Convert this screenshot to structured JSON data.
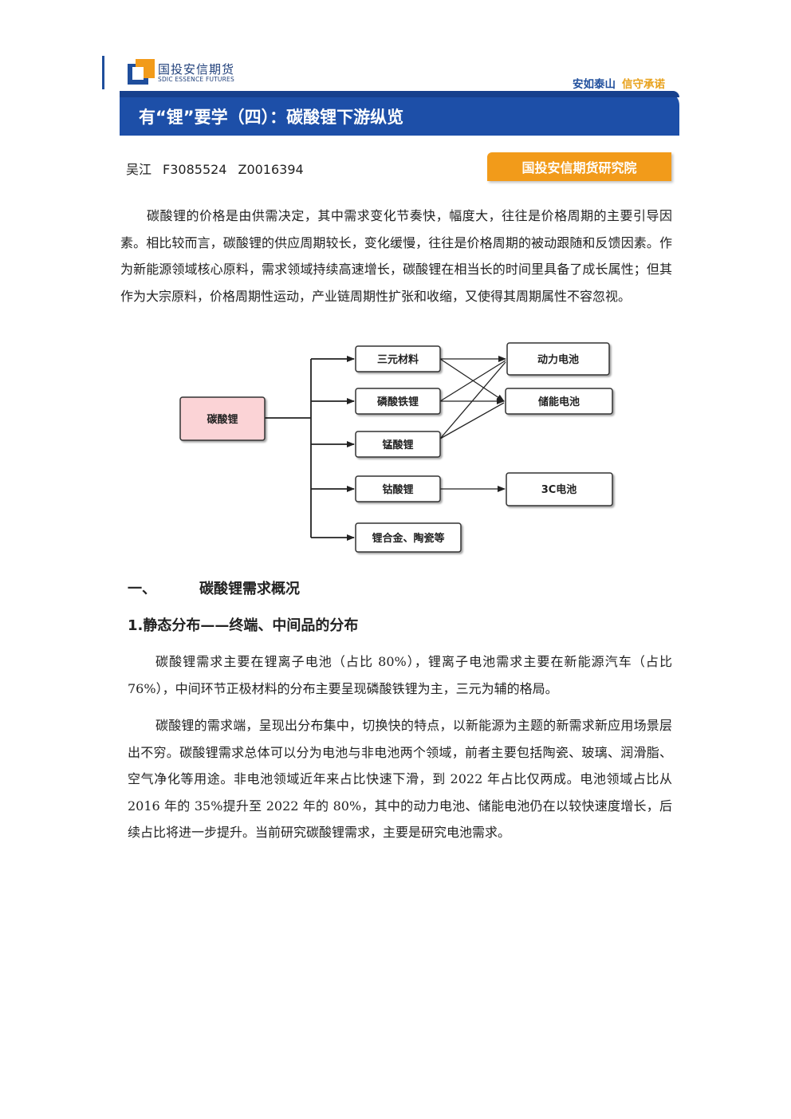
{
  "header": {
    "logo_cn": "国投安信期货",
    "logo_en": "SDIC ESSENCE FUTURES",
    "motto_1": "安如泰山",
    "motto_2": "信守承诺"
  },
  "title": "有“锂”要学（四）：碳酸锂下游纵览",
  "author": {
    "name": "吴江",
    "id1": "F3085524",
    "id2": "Z0016394"
  },
  "institution": "国投安信期货研究院",
  "intro": "碳酸锂的价格是由供需决定，其中需求变化节奏快，幅度大，往往是价格周期的主要引导因素。相比较而言，碳酸锂的供应周期较长，变化缓慢，往往是价格周期的被动跟随和反馈因素。作为新能源领域核心原料，需求领域持续高速增长，碳酸锂在相当长的时间里具备了成长属性；但其作为大宗原料，价格周期性运动，产业链周期性扩张和收缩，又使得其周期属性不容忽视。",
  "diagram": {
    "root": "碳酸锂",
    "middle": [
      "三元材料",
      "磷酸铁锂",
      "锰酸锂",
      "钴酸锂",
      "锂合金、陶瓷等"
    ],
    "end": [
      "动力电池",
      "储能电池",
      "3C电池"
    ]
  },
  "section1": {
    "num": "一、",
    "title": "碳酸锂需求概况"
  },
  "subsection1": "1.静态分布——终端、中间品的分布",
  "para2": "碳酸锂需求主要在锂离子电池（占比 80%），锂离子电池需求主要在新能源汽车（占比 76%），中间环节正极材料的分布主要呈现磷酸铁锂为主，三元为辅的格局。",
  "para3": "碳酸锂的需求端，呈现出分布集中，切换快的特点，以新能源为主题的新需求新应用场景层出不穷。碳酸锂需求总体可以分为电池与非电池两个领域，前者主要包括陶瓷、玻璃、润滑脂、空气净化等用途。非电池领域近年来占比快速下滑，到 2022 年占比仅两成。电池领域占比从 2016 年的 35%提升至 2022 年的 80%，其中的动力电池、储能电池仍在以较快速度增长，后续占比将进一步提升。当前研究碳酸锂需求，主要是研究电池需求。"
}
